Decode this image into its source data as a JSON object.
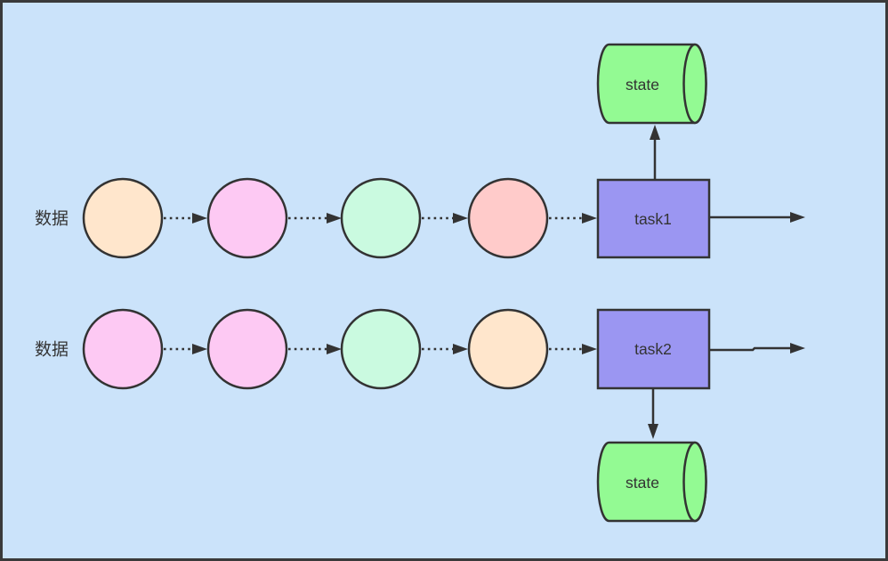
{
  "diagram": {
    "colors": {
      "background": "#cbe3fa",
      "border": "#3a3a3a",
      "stroke": "#333333",
      "text": "#333333",
      "task_fill": "#9b96f2",
      "state_fill": "#93fa93"
    },
    "row1": {
      "source_label": "数据",
      "circles": [
        {
          "fill": "#ffe6cc"
        },
        {
          "fill": "#fdc9f3"
        },
        {
          "fill": "#cafae0"
        },
        {
          "fill": "#ffcbca"
        }
      ],
      "task_label": "task1",
      "state_label": "state"
    },
    "row2": {
      "source_label": "数据",
      "circles": [
        {
          "fill": "#fdc9f3"
        },
        {
          "fill": "#fdc9f3"
        },
        {
          "fill": "#cafae0"
        },
        {
          "fill": "#ffe6cc"
        }
      ],
      "task_label": "task2",
      "state_label": "state"
    }
  }
}
